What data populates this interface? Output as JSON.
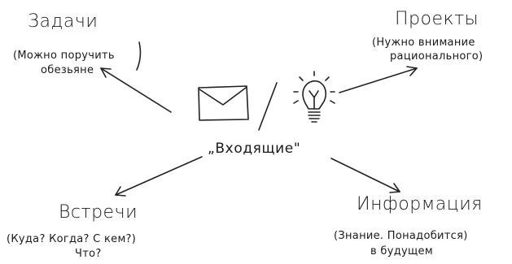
{
  "center": {
    "label": "„Входящие\""
  },
  "nodes": {
    "tasks": {
      "title": "Задачи",
      "subtitle_line1": "(Можно поручить",
      "subtitle_line2": "обезьяне"
    },
    "projects": {
      "title": "Проекты",
      "subtitle_line1": "(Нужно внимание",
      "subtitle_line2": "рационального)"
    },
    "meetings": {
      "title": "Встречи",
      "subtitle_line1": "(Куда? Когда? С кем?)",
      "subtitle_line2": "Что?"
    },
    "information": {
      "title": "Информация",
      "subtitle_line1": "(Знание. Понадобится)",
      "subtitle_line2": "в будущем"
    }
  },
  "icons": [
    "envelope-icon",
    "lightbulb-icon"
  ],
  "colors": {
    "ink": "#1a1a1a",
    "background": "#ffffff"
  }
}
